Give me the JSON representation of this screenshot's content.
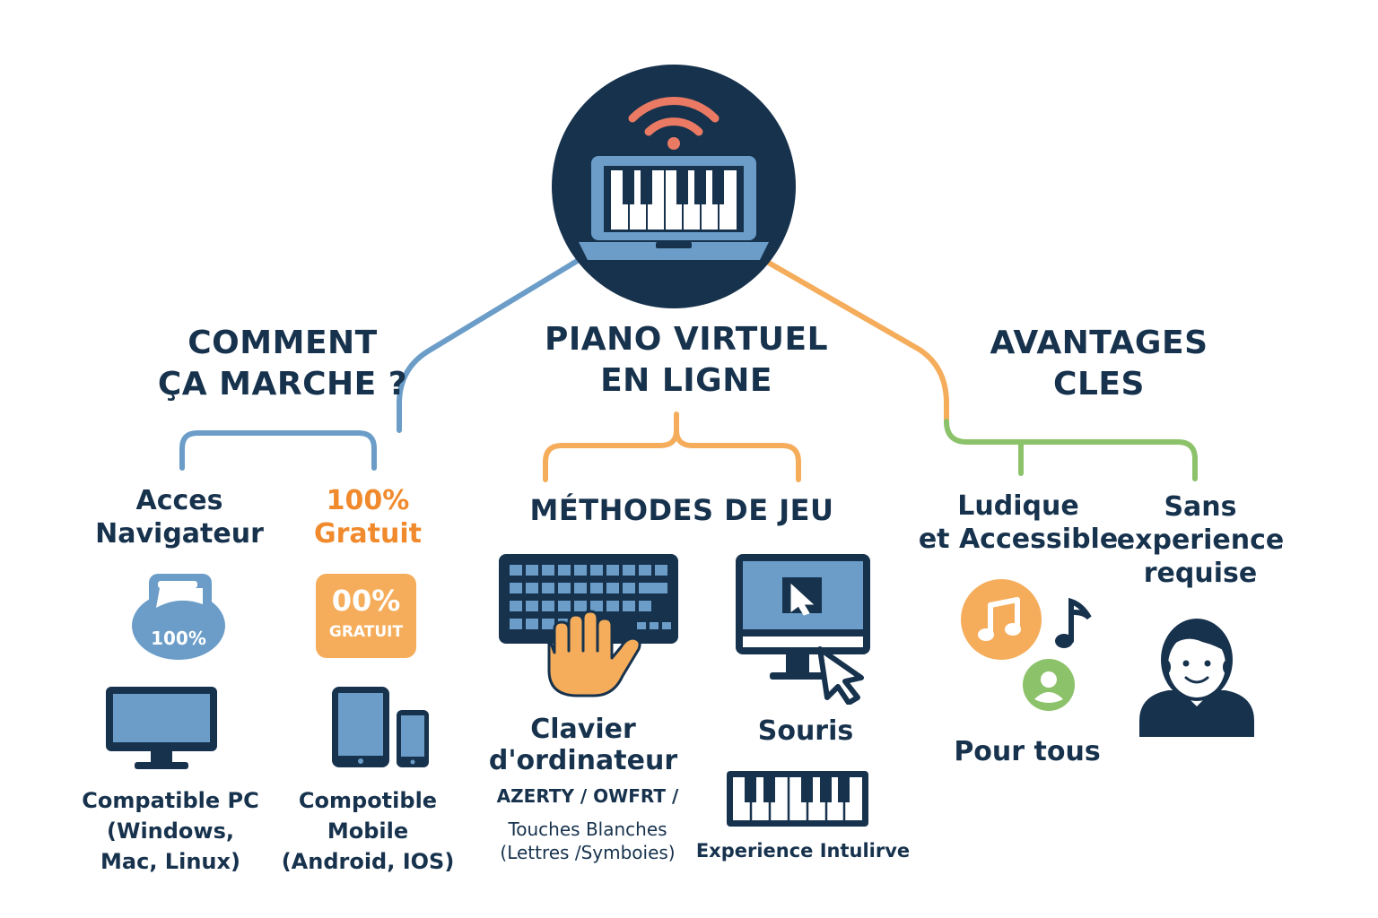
{
  "center": {
    "title_line1": "PIANO VIRTUEL",
    "title_line2": "EN LIGNE",
    "icon": "laptop-piano-wifi-icon"
  },
  "left": {
    "title_line1": "COMMENT",
    "title_line2": "ÇA MARCHE ?",
    "access": {
      "label_line1": "Acces",
      "label_line2": "Navigateur",
      "badge_text": "100%",
      "icon": "browser-badge-icon"
    },
    "free": {
      "label_line1": "100%",
      "label_line2": "Gratuit",
      "badge_line1": "00%",
      "badge_line2": "GRATUIT",
      "icon": "free-badge-icon"
    },
    "pc": {
      "line1": "Compatible PC",
      "line2": "(Windows,",
      "line3": "Mac, Linux)",
      "icon": "monitor-icon"
    },
    "mobile": {
      "line1": "Compotible",
      "line2": "Mobile",
      "line3": "(Android, IOS)",
      "icon": "tablet-phone-icon"
    }
  },
  "middle": {
    "title": "MÉTHODES DE JEU",
    "keyboard": {
      "label_line1": "Clavier",
      "label_line2": "d'ordinateur",
      "sub1": "AZERTY / OWFRT /",
      "sub2": "Touches Blanches",
      "sub3": "(Lettres  /Symboies)",
      "icon": "keyboard-hand-icon"
    },
    "mouse": {
      "label": "Souris",
      "sub": "Experience Intulirve",
      "icon": "monitor-cursor-icon",
      "piano_icon": "piano-keys-icon"
    }
  },
  "right": {
    "title_line1": "AVANTAGES",
    "title_line2": "CLES",
    "fun": {
      "line1": "Ludique",
      "line2": "et Accessible",
      "icon": "music-note-icon"
    },
    "everyone": {
      "label": "Pour tous",
      "icon": "user-circle-icon"
    },
    "noexp": {
      "line1": "Sans",
      "line2": "experience",
      "line3": "requise",
      "icon": "person-icon"
    }
  },
  "colors": {
    "navy": "#17324d",
    "blue": "#6b9dc8",
    "orange": "#f5ad5b",
    "green": "#8cc26a",
    "red": "#ea7a63",
    "bright_orange": "#f08a2c"
  }
}
